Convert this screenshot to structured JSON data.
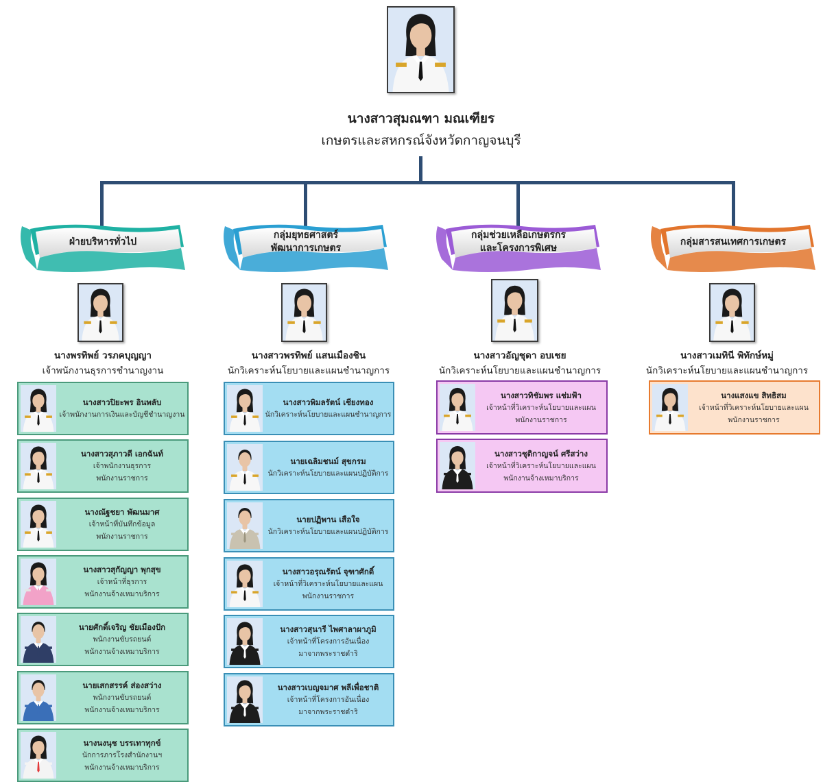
{
  "head": {
    "name": "นางสาวสุมณฑา มณเฑียร",
    "title": "เกษตรและสหกรณ์จังหวัดกาญจนบุรี"
  },
  "groups": [
    {
      "banner_lines": [
        "ฝ่ายบริหารทั่วไป"
      ],
      "leader_name": "นางพรทิพย์  วรภคบุญญา",
      "leader_title": "เจ้าพนักงานธุรการชำนาญงาน",
      "members": [
        {
          "name": "นางสาวปิยะพร  อินพลับ",
          "lines": [
            "เจ้าพนักงานการเงินและบัญชีชำนาญงาน"
          ]
        },
        {
          "name": "นางสาวสุภาวดี  เอกฉันท์",
          "lines": [
            "เจ้าพนักงานธุรการ",
            "พนักงานราชการ"
          ]
        },
        {
          "name": "นางณัฐชยา  พัฒนมาศ",
          "lines": [
            "เจ้าหน้าที่บันทึกข้อมูล",
            "พนักงานราชการ"
          ]
        },
        {
          "name": "นางสาวสุกัญญา  พุกสุข",
          "lines": [
            "เจ้าหน้าที่ธุรการ",
            "พนักงานจ้างเหมาบริการ"
          ]
        },
        {
          "name": "นายศักดิ์เจริญ ชัยเมืองปัก",
          "lines": [
            "พนักงานขับรถยนต์",
            "พนักงานจ้างเหมาบริการ"
          ]
        },
        {
          "name": "นายเสกสรรค์ ส่องสว่าง",
          "lines": [
            "พนักงานขับรถยนต์",
            "พนักงานจ้างเหมาบริการ"
          ]
        },
        {
          "name": "นางนงนุช  บรรเทาทุกข์",
          "lines": [
            "นักการภารโรงสำนักงานฯ",
            "พนักงานจ้างเหมาบริการ"
          ]
        }
      ]
    },
    {
      "banner_lines": [
        "กลุ่มยุทธศาสตร์",
        "พัฒนาการเกษตร"
      ],
      "leader_name": "นางสาวพรทิพย์  แสนเมืองชิน",
      "leader_title": "นักวิเคราะห์นโยบายและแผนชำนาญการ",
      "members": [
        {
          "name": "นางสาวพิมลรัตน์  เชียงทอง",
          "lines": [
            "นักวิเคราะห์นโยบายและแผนชำนาญการ"
          ]
        },
        {
          "name": "นายเฉลิมชนม์  สุขกรม",
          "lines": [
            "นักวิเคราะห์นโยบายและแผนปฏิบัติการ"
          ]
        },
        {
          "name": "นายปฏิพาน  เสือใจ",
          "lines": [
            "นักวิเคราะห์นโยบายและแผนปฏิบัติการ"
          ]
        },
        {
          "name": "นางสาวอรุณรัตน์  จุฑาศักดิ์",
          "lines": [
            "เจ้าหน้าที่วิเคราะห์นโยบายและแผน",
            "พนักงานราชการ"
          ]
        },
        {
          "name": "นางสาวสุนารี  ไพศาลาผาภูมิ",
          "lines": [
            "เจ้าหน้าที่โครงการอันเนื่อง",
            "มาจากพระราชดำริ"
          ]
        },
        {
          "name": "นางสาวเบญจมาศ  พลีเพื่อชาติ",
          "lines": [
            "เจ้าหน้าที่โครงการอันเนื่อง",
            "มาจากพระราชดำริ"
          ]
        }
      ]
    },
    {
      "banner_lines": [
        "กลุ่มช่วยเหลือเกษตรกร",
        "และโครงการพิเศษ"
      ],
      "leader_name": "นางสาวอัญชุดา  อบเชย",
      "leader_title": "นักวิเคราะห์นโยบายและแผนชำนาญการ",
      "members": [
        {
          "name": "นางสาวทิชัมพร  แช่มฟ้า",
          "lines": [
            "เจ้าหน้าที่วิเคราะห์นโยบายและแผน",
            "พนักงานราชการ"
          ]
        },
        {
          "name": "นางสาวชุติกาญจน์  ศรีสว่าง",
          "lines": [
            "เจ้าหน้าที่วิเคราะห์นโยบายและแผน",
            "พนักงานจ้างเหมาบริการ"
          ]
        }
      ]
    },
    {
      "banner_lines": [
        "กลุ่มสารสนเทศการเกษตร"
      ],
      "leader_name": "นางสาวเมทินี  พิทักษ์หมู่",
      "leader_title": "นักวิเคราะห์นโยบายและแผนชำนาญการ",
      "members": [
        {
          "name": "นางแสงแข  สิทธิสม",
          "lines": [
            "เจ้าหน้าที่วิเคราะห์นโยบายและแผน",
            "พนักงานราชการ"
          ]
        }
      ]
    }
  ],
  "colors": {
    "connector": "#2e4d73",
    "banner_1": "#1fb1a3",
    "banner_2": "#2a9fd2",
    "banner_3": "#9b5bd6",
    "banner_4": "#e2752d",
    "card_green_fill": "#a9e2cf",
    "card_green_border": "#4a9a7b",
    "card_blue_fill": "#a3ddf2",
    "card_blue_border": "#3a8fb6",
    "card_pink_fill": "#f5c8f3",
    "card_pink_border": "#8a3aa6",
    "card_orange_fill": "#fde2cc",
    "card_orange_border": "#e77a2e",
    "uniform_white": "#f7f7f7",
    "uniform_black": "#1d1d1d"
  }
}
